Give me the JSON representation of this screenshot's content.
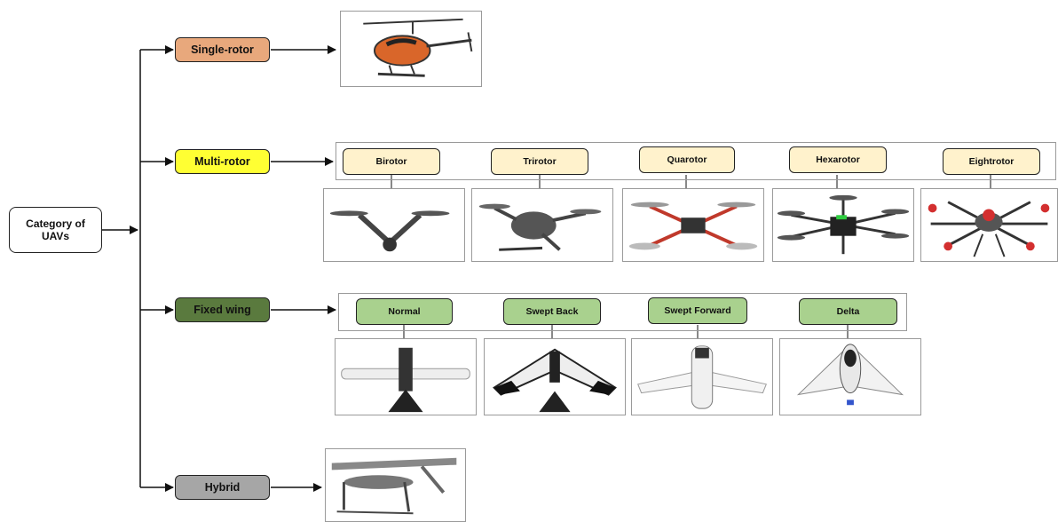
{
  "root": {
    "label": "Category of UAVs"
  },
  "categories": {
    "single_rotor": {
      "label": "Single-rotor",
      "color": "#E8A87C"
    },
    "multi_rotor": {
      "label": "Multi-rotor",
      "color": "#FFFF33"
    },
    "fixed_wing": {
      "label": "Fixed wing",
      "color": "#5A7A3E"
    },
    "hybrid": {
      "label": "Hybrid",
      "color": "#A6A6A6"
    }
  },
  "multi_rotor_types": [
    {
      "label": "Birotor",
      "color": "#FFF2CC"
    },
    {
      "label": "Trirotor",
      "color": "#FFF2CC"
    },
    {
      "label": "Quarotor",
      "color": "#FFF2CC"
    },
    {
      "label": "Hexarotor",
      "color": "#FFF2CC"
    },
    {
      "label": "Eightrotor",
      "color": "#FFF2CC"
    }
  ],
  "fixed_wing_types": [
    {
      "label": "Normal",
      "color": "#A9D18E"
    },
    {
      "label": "Swept Back",
      "color": "#A9D18E"
    },
    {
      "label": "Swept Forward",
      "color": "#A9D18E"
    },
    {
      "label": "Delta",
      "color": "#A9D18E"
    }
  ]
}
